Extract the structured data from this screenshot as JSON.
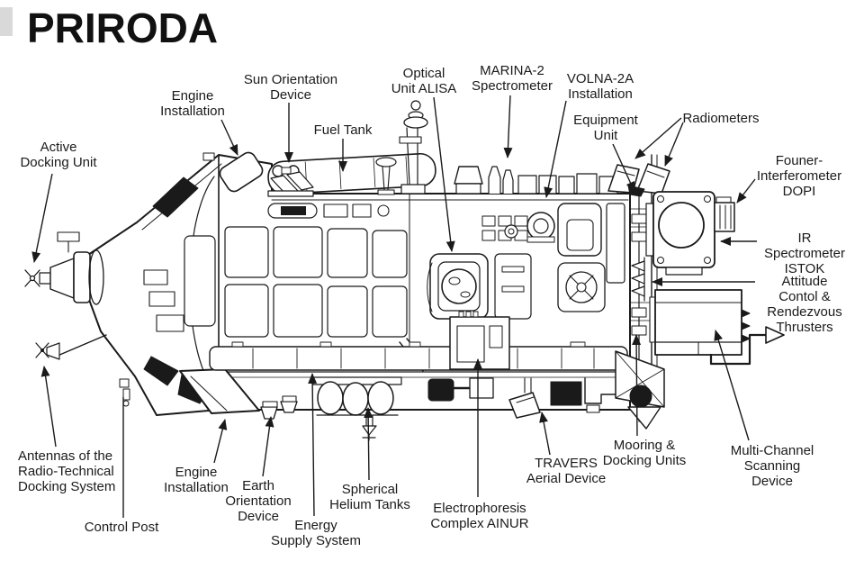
{
  "title": "PRIRODA",
  "diagram": {
    "subject": "Priroda module cutaway line drawing with component callouts",
    "colors": {
      "ink": "#1a1a1a",
      "background": "#ffffff"
    },
    "labels": {
      "active_docking_unit": "Active\nDocking Unit",
      "engine_installation_top": "Engine\nInstallation",
      "sun_orientation_device": "Sun Orientation\nDevice",
      "fuel_tank": "Fuel Tank",
      "optical_unit_alisa": "Optical\nUnit ALISA",
      "marina_2_spectrometer": "MARINA-2\nSpectrometer",
      "volna_2a_installation": "VOLNA-2A\nInstallation",
      "equipment_unit": "Equipment\nUnit",
      "radiometers": "Radiometers",
      "founer_interferometer_dopi": "Founer-\nInterferometer\nDOPI",
      "ir_spectrometer_istok": "IR Spectrometer\nISTOK",
      "attitude_control_rendezvous_thrusters": "Attitude Contol &\nRendezvous\nThrusters",
      "multi_channel_scanning_device": "Multi-Channel\nScanning Device",
      "mooring_docking_units": "Mooring &\nDocking Units",
      "travers_aerial_device": "TRAVERS\nAerial Device",
      "electrophoresis_complex_ainur": "Electrophoresis\nComplex AINUR",
      "energy_supply_system": "Energy\nSupply System",
      "spherical_helium_tanks": "Spherical\nHelium Tanks",
      "earth_orientation_device": "Earth\nOrientation\nDevice",
      "engine_installation_bottom": "Engine\nInstallation",
      "control_post": "Control Post",
      "antennas_radio_technical": "Antennas of the\nRadio-Technical\nDocking System"
    }
  }
}
